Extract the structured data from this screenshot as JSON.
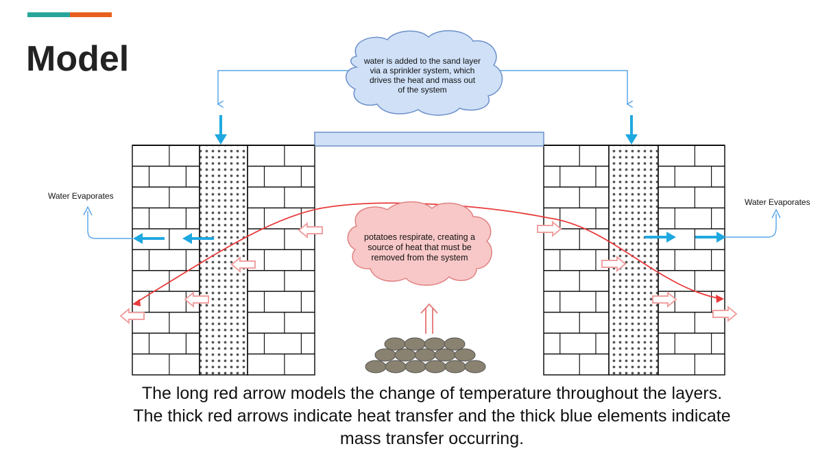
{
  "slide": {
    "title": "Model",
    "caption_lines": [
      "The long red arrow models the change of temperature throughout the layers.",
      "The thick red arrows indicate heat transfer and the thick blue elements indicate",
      "mass transfer occurring."
    ]
  },
  "diagram": {
    "top_cloud_lines": [
      "water is added to the sand layer",
      "via a sprinkler system, which",
      "drives the heat and mass out",
      "of the system"
    ],
    "center_cloud_lines": [
      "potatoes respirate, creating a",
      "source of heat that must be",
      "removed from the system"
    ],
    "left_label": "Water Evaporates",
    "right_label": "Water Evaporates"
  },
  "colors": {
    "accent_teal": "#26a69a",
    "accent_orange": "#e8601c",
    "water_blue": "#1fa8e0",
    "temperature_red": "#e83a3a",
    "heat_arrow_pink": "#f0a0a0",
    "potato": "#8a8270",
    "top_cloud_fill": "#cfe0f7",
    "center_cloud_fill": "#f8c8c8"
  }
}
